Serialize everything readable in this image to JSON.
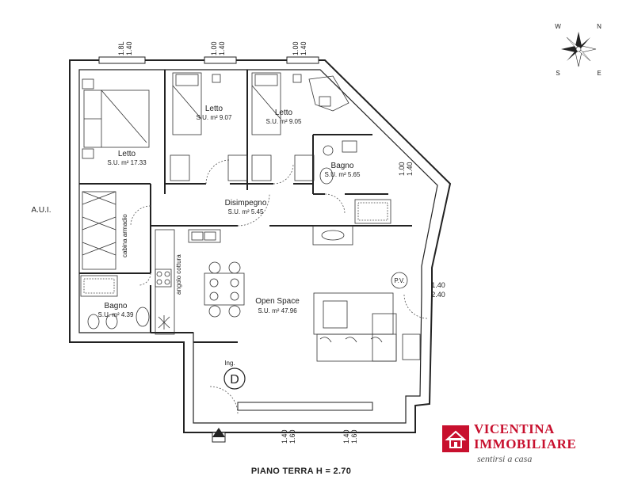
{
  "rooms": {
    "letto1": {
      "name": "Letto",
      "area": "S.U. m² 17.33"
    },
    "letto2": {
      "name": "Letto",
      "area": "S.U. m² 9.07"
    },
    "letto3": {
      "name": "Letto",
      "area": "S.U. m² 9.05"
    },
    "bagno1": {
      "name": "Bagno",
      "area": "S.U. m² 5.65"
    },
    "disimpegno": {
      "name": "Disimpegno",
      "area": "S.U. m² 5.45"
    },
    "openspace": {
      "name": "Open Space",
      "area": "S.U. m² 47.96"
    },
    "bagno2": {
      "name": "Bagno",
      "area": "S.U. m² 4.39"
    }
  },
  "annotations": {
    "aui": "A.U.I.",
    "cabina": "cabina armadio",
    "cottura": "angolo cottura",
    "pv": "P.V.",
    "ing": "Ing.",
    "d": "D",
    "floor": "PIANO TERRA H = 2.70"
  },
  "dimensions": {
    "top1a": "1.8L",
    "top1b": "1.40",
    "top2a": "1.00",
    "top2b": "1.40",
    "top3a": "1.00",
    "top3b": "1.40",
    "diag_a": "1.00",
    "diag_b": "1.40",
    "right_a": "1.40",
    "right_b": "2.40",
    "bot1a": "1.40",
    "bot1b": "1.60",
    "bot2a": "1.40",
    "bot2b": "1.60"
  },
  "compass": {
    "n": "N",
    "s": "S",
    "e": "E",
    "w": "W"
  },
  "brand": {
    "line1": "VICENTINA",
    "line2": "IMMOBILIARE",
    "tagline": "sentirsi a casa",
    "color": "#c8102e"
  }
}
